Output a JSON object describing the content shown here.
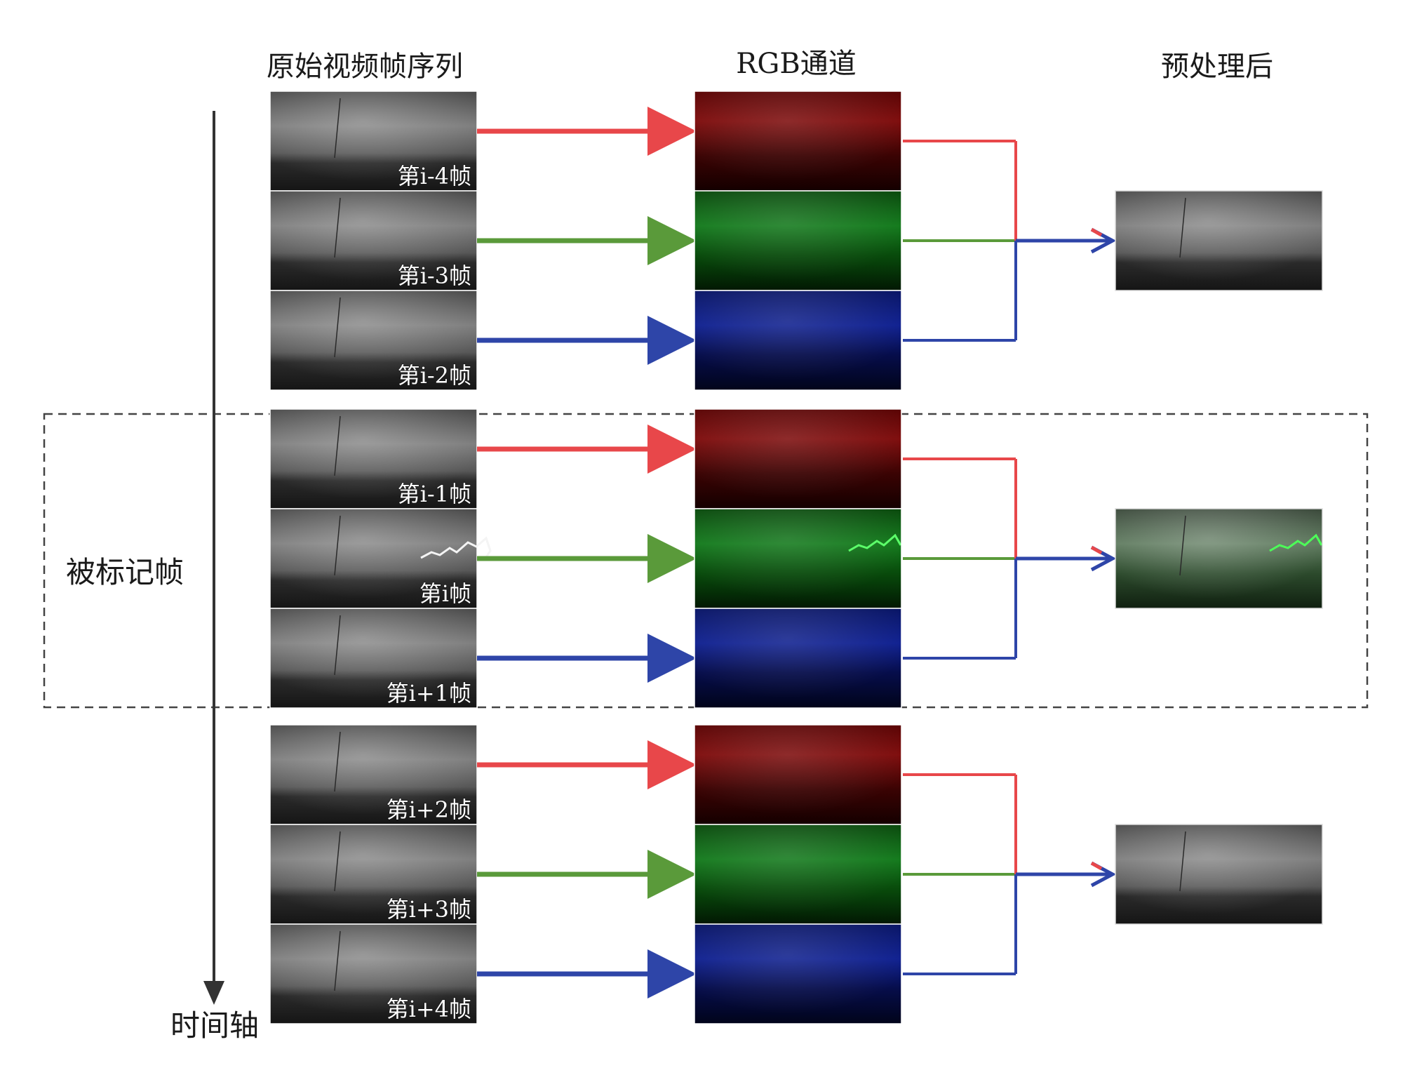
{
  "headers": {
    "original": "原始视频帧序列",
    "rgb": "RGB通道",
    "processed": "预处理后"
  },
  "marked_label": "被标记帧",
  "time_axis_label": "时间轴",
  "groups": [
    {
      "frames": [
        "第i-4帧",
        "第i-3帧",
        "第i-2帧"
      ],
      "marked": false
    },
    {
      "frames": [
        "第i-1帧",
        "第i帧",
        "第i+1帧"
      ],
      "marked": true
    },
    {
      "frames": [
        "第i+2帧",
        "第i+3帧",
        "第i+4帧"
      ],
      "marked": false
    }
  ],
  "channels": [
    "red",
    "green",
    "blue"
  ],
  "colors": {
    "arrow_red": "#e8474a",
    "arrow_green": "#5a9a3a",
    "arrow_blue": "#2e45a8",
    "channel_red": "#7a0a0a",
    "channel_green": "#0d6a14",
    "channel_blue": "#0c1a80",
    "axis": "#333333",
    "dashed_box": "#444444"
  }
}
